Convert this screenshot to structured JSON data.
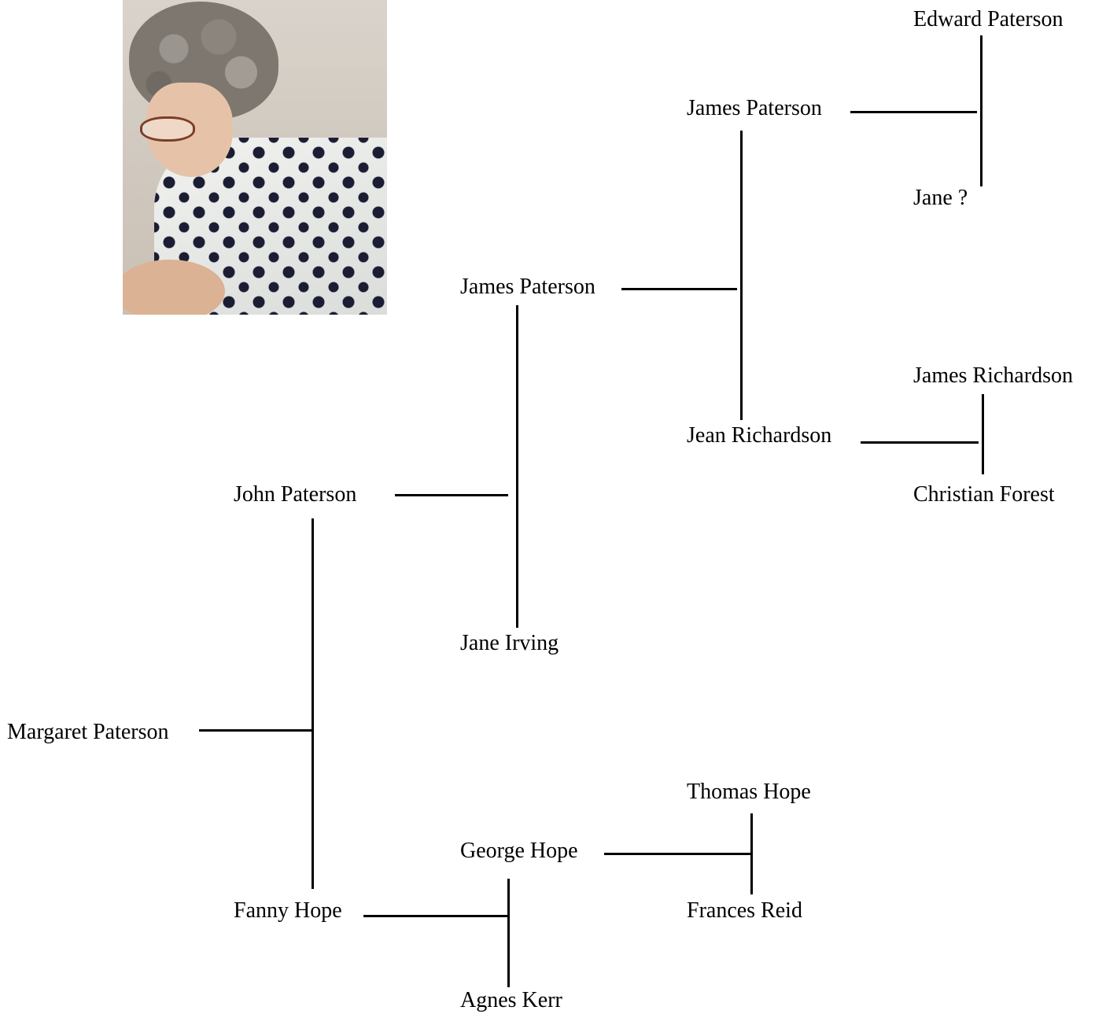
{
  "photo": {
    "subject_icon": "portrait-photo"
  },
  "tree": {
    "generation_0": {
      "self": "Margaret Paterson"
    },
    "generation_1": {
      "father": "John Paterson",
      "mother": "Fanny Hope"
    },
    "generation_2": {
      "paternal_grandfather": "James Paterson",
      "paternal_grandmother": "Jane Irving",
      "maternal_grandfather": "George Hope",
      "maternal_grandmother": "Agnes Kerr"
    },
    "generation_3": {
      "great_grandfather_paterson": "James Paterson",
      "great_grandmother_richardson": "Jean Richardson",
      "great_grandfather_hope": "Thomas Hope",
      "great_grandmother_reid": "Frances Reid"
    },
    "generation_4": {
      "gg_grandfather_paterson": "Edward Paterson",
      "gg_grandmother_paterson": "Jane ?",
      "gg_grandfather_richardson": "James Richardson",
      "gg_grandmother_richardson": "Christian Forest"
    }
  }
}
